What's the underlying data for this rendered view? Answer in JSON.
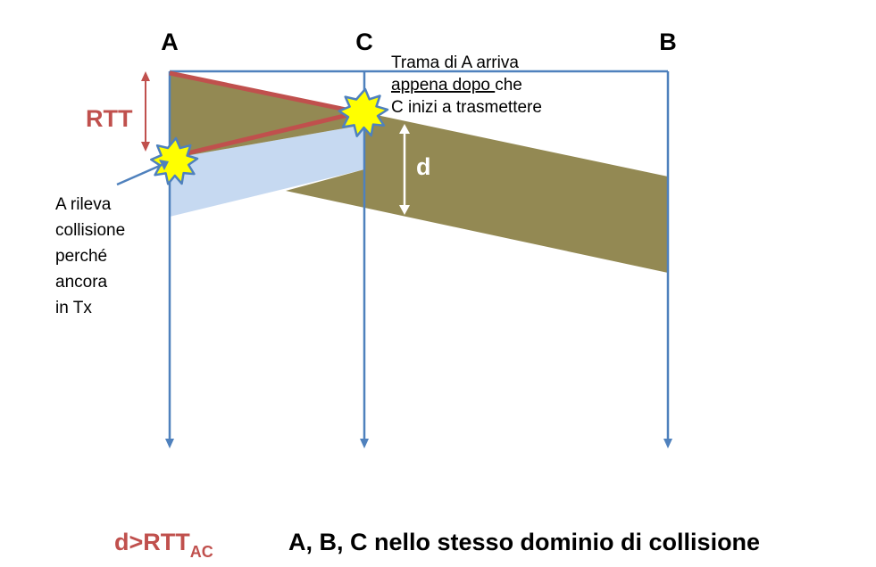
{
  "stations": {
    "a": "A",
    "c": "C",
    "b": "B"
  },
  "rtt_label": "RTT",
  "d_label": "d",
  "note_c": {
    "line1": "Trama di A arriva",
    "line2_underlined": "appena dopo ",
    "line2_rest": "che",
    "line3": "C inizi a trasmettere"
  },
  "note_a": {
    "lines": [
      "A rileva",
      "collisione",
      "perché",
      "ancora",
      "in Tx"
    ]
  },
  "caption": {
    "formula_main": "d>RTT",
    "formula_sub": "AC",
    "text": "A, B, C nello stesso dominio di collisione"
  },
  "colors": {
    "timeline": "#4f81bd",
    "frame_a": "#938953",
    "frame_c": "#c6d9f1",
    "rtt": "#c0504d",
    "star_fill": "#ffff00",
    "star_stroke": "#4f81bd"
  }
}
